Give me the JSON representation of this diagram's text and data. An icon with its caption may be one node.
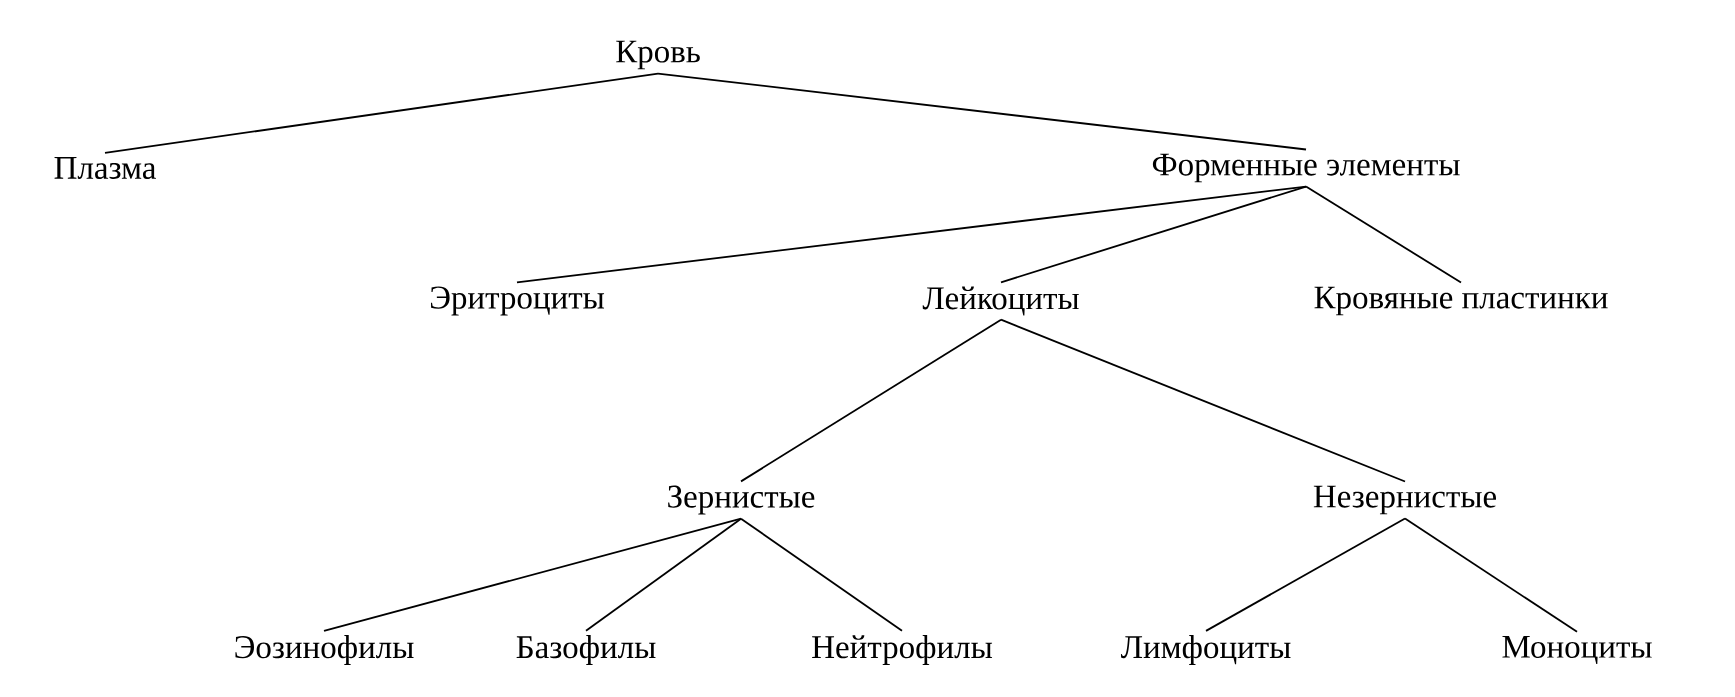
{
  "diagram": {
    "nodes": [
      {
        "text": [
          "Кровь"
        ]
      },
      {
        "text": [
          "Плазма"
        ]
      },
      {
        "text": [
          "Форменные элементы"
        ]
      },
      {
        "text": [
          "Эритроциты"
        ]
      },
      {
        "text": [
          "Лейкоциты"
        ]
      },
      {
        "text": [
          "Кровяные пластинки"
        ]
      },
      {
        "text": [
          "Зернистые"
        ]
      },
      {
        "text": [
          "Незернистые"
        ]
      },
      {
        "text": [
          "Эозинофилы"
        ]
      },
      {
        "text": [
          "Базофилы"
        ]
      },
      {
        "text": [
          "Нейтрофилы"
        ]
      },
      {
        "text": [
          "Лимфоциты"
        ]
      },
      {
        "text": [
          "Моноциты"
        ]
      }
    ],
    "edges": [
      {
        "from": 0,
        "to": 1,
        "arrow": "none"
      },
      {
        "from": 0,
        "to": 2,
        "arrow": "none"
      },
      {
        "from": 2,
        "to": 3,
        "arrow": "none"
      },
      {
        "from": 2,
        "to": 4,
        "arrow": "none"
      },
      {
        "from": 2,
        "to": 5,
        "arrow": "none"
      },
      {
        "from": 4,
        "to": 6,
        "arrow": "none"
      },
      {
        "from": 4,
        "to": 7,
        "arrow": "none"
      },
      {
        "from": 6,
        "to": 8,
        "arrow": "none"
      },
      {
        "from": 6,
        "to": 9,
        "arrow": "none"
      },
      {
        "from": 6,
        "to": 10,
        "arrow": "none"
      },
      {
        "from": 7,
        "to": 11,
        "arrow": "none"
      },
      {
        "from": 7,
        "to": 12,
        "arrow": "none"
      }
    ]
  }
}
